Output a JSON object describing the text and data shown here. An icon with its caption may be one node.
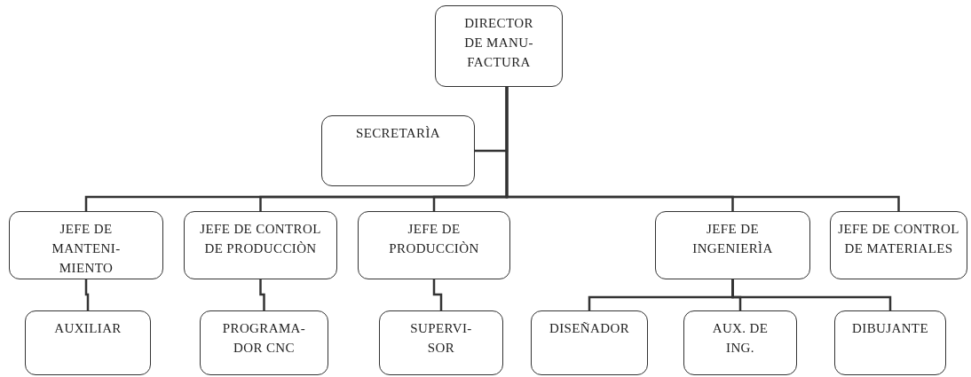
{
  "diagram": {
    "nodes": [
      {
        "text": [
          "DIRECTOR DE MANU- FACTURA"
        ]
      },
      {
        "text": [
          "SECRETARÌA"
        ]
      },
      {
        "text": [
          "JEFE DE MANTENI- MIENTO"
        ]
      },
      {
        "text": [
          "JEFE DE CONTROL DE PRODUCCIÒN"
        ]
      },
      {
        "text": [
          "JEFE DE PRODUCCIÒN"
        ]
      },
      {
        "text": [
          "JEFE DE INGENIERÌA"
        ]
      },
      {
        "text": [
          "JEFE DE CONTROL DE MATERIALES"
        ]
      },
      {
        "text": [
          "AUXILIAR"
        ]
      },
      {
        "text": [
          "PROGRAMA- DOR CNC"
        ]
      },
      {
        "text": [
          "SUPERVI- SOR"
        ]
      },
      {
        "text": [
          "DISEÑADOR"
        ]
      },
      {
        "text": [
          "AUX. DE ING."
        ]
      },
      {
        "text": [
          "DIBUJANTE"
        ]
      }
    ],
    "edges": [
      {
        "from": 0,
        "to": 1,
        "arrow": "none"
      },
      {
        "from": 0,
        "to": 2,
        "arrow": "none"
      },
      {
        "from": 0,
        "to": 3,
        "arrow": "none"
      },
      {
        "from": 0,
        "to": 4,
        "arrow": "none"
      },
      {
        "from": 0,
        "to": 5,
        "arrow": "none"
      },
      {
        "from": 0,
        "to": 6,
        "arrow": "none"
      },
      {
        "from": 2,
        "to": 7,
        "arrow": "none"
      },
      {
        "from": 3,
        "to": 8,
        "arrow": "none"
      },
      {
        "from": 4,
        "to": 9,
        "arrow": "none"
      },
      {
        "from": 5,
        "to": 10,
        "arrow": "none"
      },
      {
        "from": 5,
        "to": 11,
        "arrow": "none"
      },
      {
        "from": 5,
        "to": 12,
        "arrow": "none"
      }
    ]
  }
}
